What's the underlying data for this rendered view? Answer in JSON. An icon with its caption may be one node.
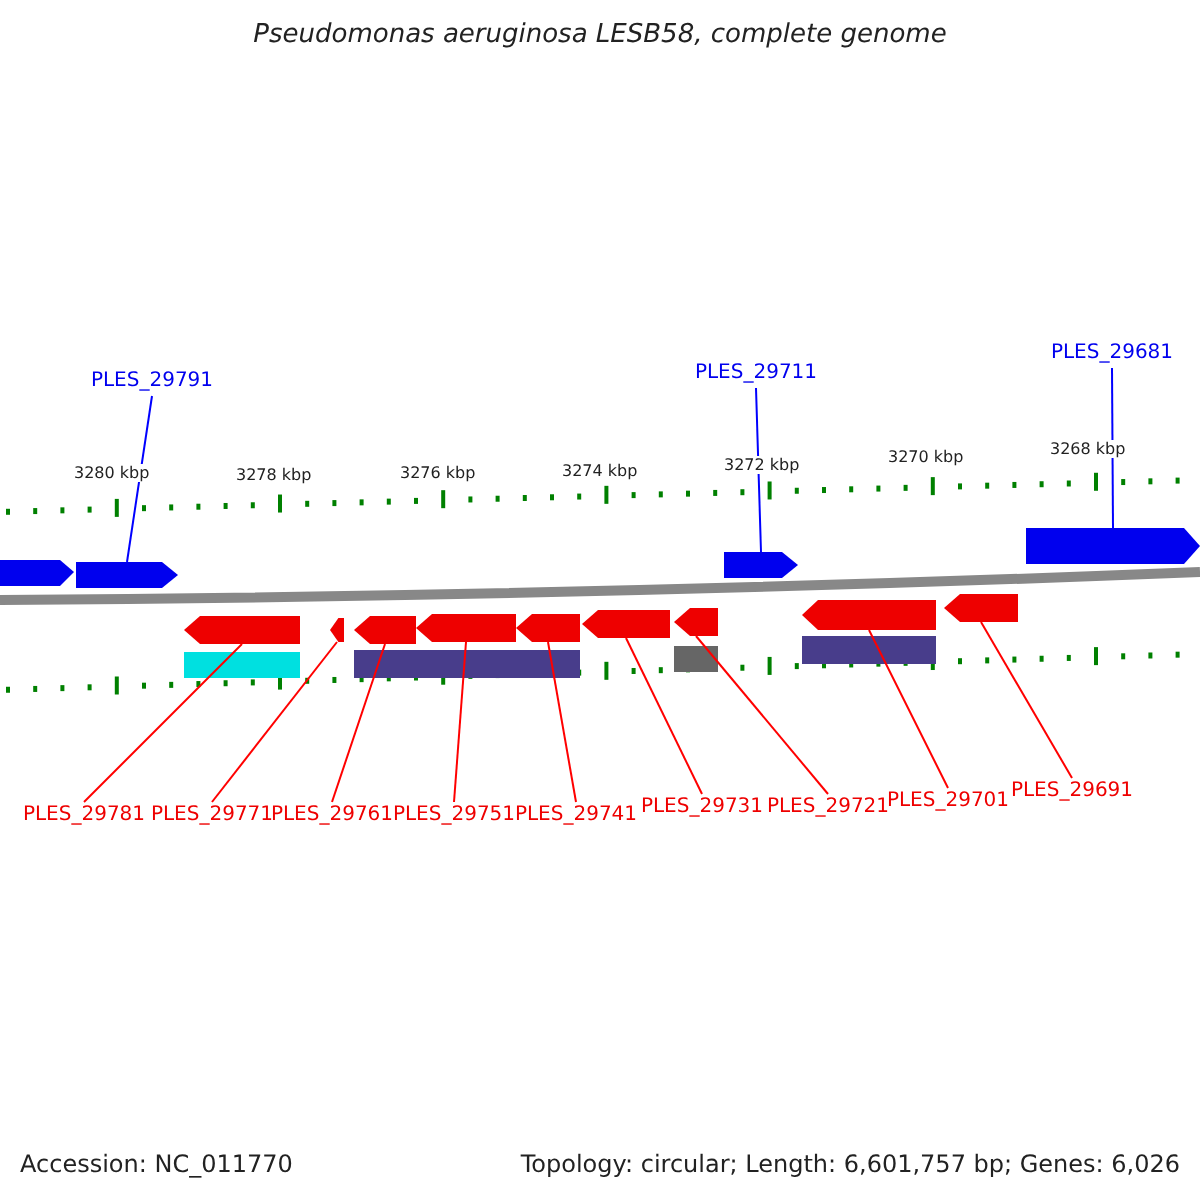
{
  "diagram": {
    "title": "Pseudomonas aeruginosa LESB58, complete genome",
    "nodes": [
      {
        "text": [
          "PLES_29791"
        ]
      },
      {
        "text": [
          "PLES_29711"
        ]
      },
      {
        "text": [
          "PLES_29681"
        ]
      },
      {
        "text": [],
        "shape": "arrow"
      },
      {
        "text": [],
        "shape": "arrow"
      },
      {
        "text": [],
        "shape": "arrow"
      },
      {
        "text": [],
        "shape": "arrow"
      },
      {
        "text": [],
        "shape": "arrow"
      },
      {
        "text": [],
        "shape": "arrow"
      },
      {
        "text": [],
        "shape": "arrow"
      },
      {
        "text": [],
        "shape": "arrow"
      },
      {
        "text": [],
        "shape": "arrow"
      },
      {
        "text": [],
        "shape": "arrow"
      },
      {
        "text": [],
        "shape": "arrow"
      },
      {
        "text": [],
        "shape": "arrow"
      },
      {
        "text": [
          "PLES_29781"
        ]
      },
      {
        "text": [
          "PLES_29771"
        ]
      },
      {
        "text": [
          "PLES_29761"
        ]
      },
      {
        "text": [
          "PLES_29751"
        ]
      },
      {
        "text": [
          "PLES_29741"
        ]
      },
      {
        "text": [
          "PLES_29731"
        ]
      },
      {
        "text": [
          "PLES_29721"
        ]
      },
      {
        "text": [
          "PLES_29701"
        ]
      },
      {
        "text": [
          "PLES_29691"
        ]
      }
    ],
    "edges": [
      {
        "from": 0,
        "to": 3,
        "arrow": "none",
        "color": "#0000ff"
      },
      {
        "from": 1,
        "to": 4,
        "arrow": "none",
        "color": "#0000ff"
      },
      {
        "from": 2,
        "to": 5,
        "arrow": "none",
        "color": "#0000ff"
      },
      {
        "from": 15,
        "to": 6,
        "arrow": "none"
      },
      {
        "from": 16,
        "to": 7,
        "arrow": "none"
      },
      {
        "from": 17,
        "to": 8,
        "arrow": "none"
      },
      {
        "from": 18,
        "to": 9,
        "arrow": "none"
      },
      {
        "from": 19,
        "to": 10,
        "arrow": "none"
      },
      {
        "from": 20,
        "to": 11,
        "arrow": "none"
      },
      {
        "from": 21,
        "to": 12,
        "arrow": "none"
      },
      {
        "from": 22,
        "to": 13,
        "arrow": "none"
      },
      {
        "from": 23,
        "to": 14,
        "arrow": "none"
      }
    ],
    "labels": [
      "3280 kbp",
      "3278 kbp",
      "3276 kbp",
      "3274 kbp",
      "3272 kbp",
      "3270 kbp",
      "3268 kbp",
      "Accession: NC_011770",
      "Topology: circular; Length: 6,601,757 bp; Genes: 6,026"
    ]
  }
}
